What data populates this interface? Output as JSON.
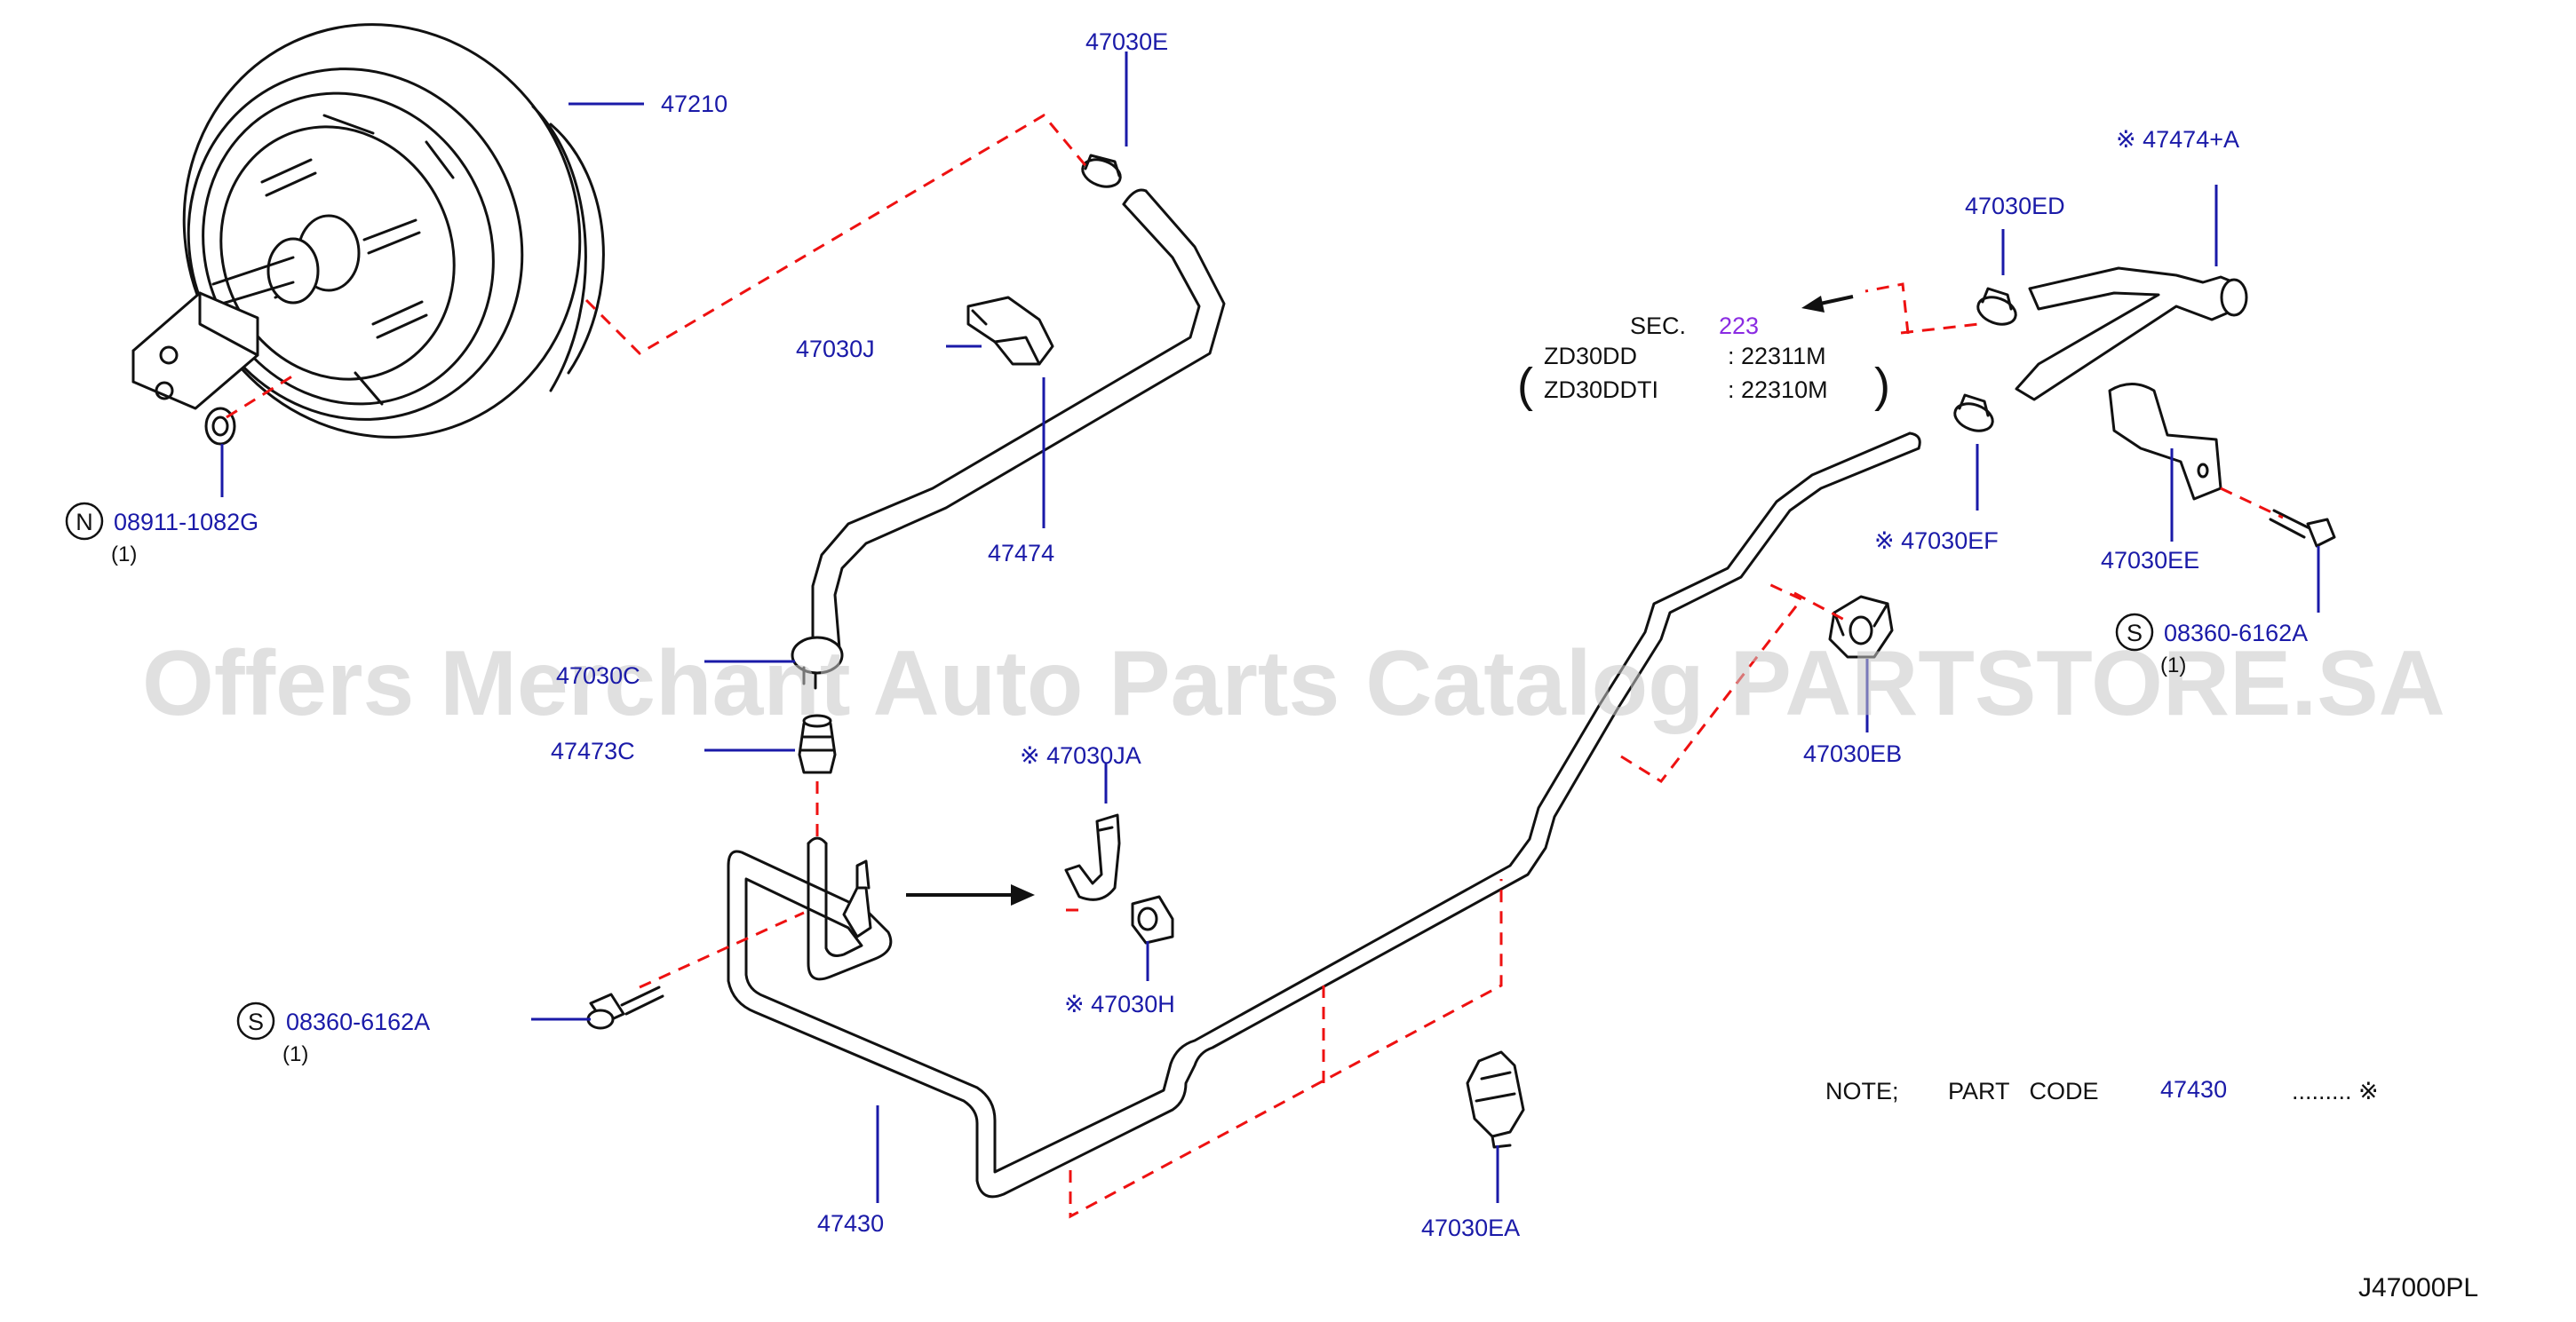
{
  "callouts": {
    "p47210": "47210",
    "p47030E": "47030E",
    "p47030J": "47030J",
    "p47474": "47474",
    "p47474A": "※ 47474+A",
    "p47030ED": "47030ED",
    "p47030EF": "※ 47030EF",
    "p47030EE": "47030EE",
    "p47030EB": "47030EB",
    "p47473C": "47473C",
    "p47030C": "47030C",
    "p47030JA": "※ 47030JA",
    "p47030H": "※ 47030H",
    "p47430": "47430",
    "p47030EA": "47030EA"
  },
  "fasteners": {
    "nut": {
      "symbol": "N",
      "code": "08911-1082G",
      "qty": "(1)"
    },
    "bolt_left": {
      "symbol": "S",
      "code": "08360-6162A",
      "qty": "(1)"
    },
    "bolt_right": {
      "symbol": "S",
      "code": "08360-6162A",
      "qty": "(1)"
    }
  },
  "section_ref": {
    "prefix": "SEC.",
    "number": "223",
    "rows": [
      {
        "engine": "ZD30DD",
        "code": ": 22311M"
      },
      {
        "engine": "ZD30DDTI",
        "code": ": 22310M"
      }
    ]
  },
  "note": {
    "label": "NOTE;",
    "text": "PART   CODE",
    "code": "47430",
    "mark": "......... ※"
  },
  "diagram_id": "J47000PL",
  "watermark": "Offers Merchant Auto Parts Catalog PARTSTORE.SA"
}
